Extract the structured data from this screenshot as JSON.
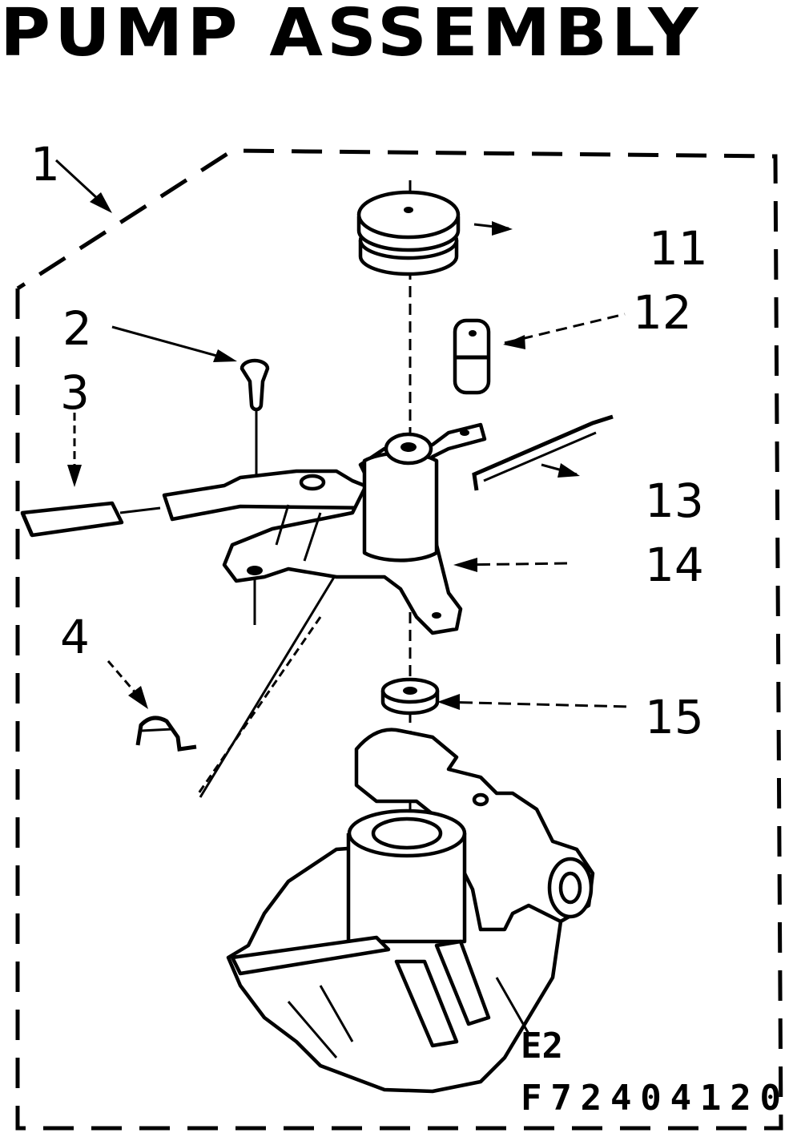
{
  "title": "PUMP ASSEMBLY",
  "callouts": {
    "c1": "1",
    "c2": "2",
    "c3": "3",
    "c4": "4",
    "c11": "11",
    "c12": "12",
    "c13": "13",
    "c14": "14",
    "c15": "15"
  },
  "section_code": "E2",
  "figure_code": "F72404120"
}
